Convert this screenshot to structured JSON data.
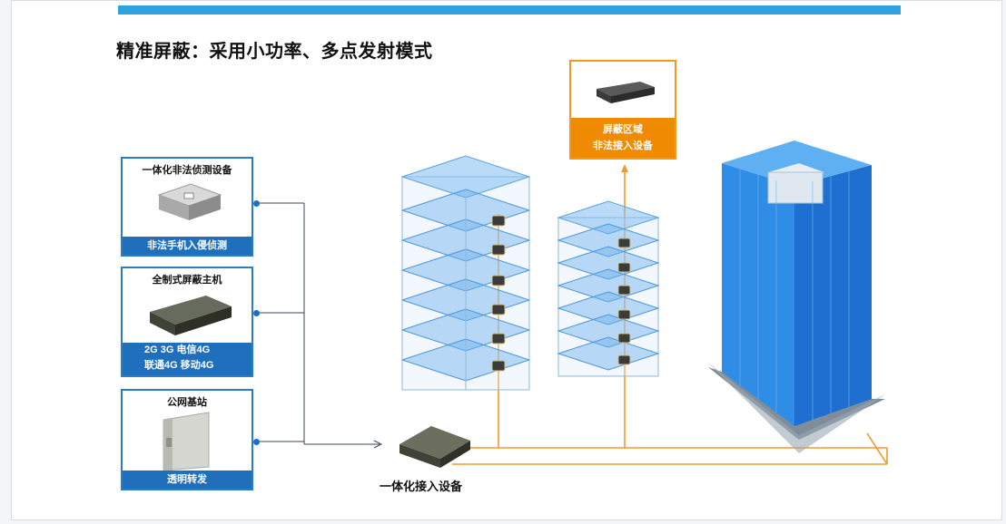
{
  "title": "精准屏蔽：采用小功率、多点发射模式",
  "panels": {
    "detector": {
      "title": "一体化非法侦测设备",
      "footer": "非法手机入侵侦测"
    },
    "host": {
      "title": "全制式屏蔽主机",
      "footer_lines": [
        "2G  3G  电信4G",
        "联通4G  移动4G"
      ]
    },
    "station": {
      "title": "公网基站",
      "footer": "透明转发"
    }
  },
  "orange_box": {
    "lines": [
      "屏蔽区域",
      "非法接入设备"
    ]
  },
  "access_device": {
    "label": "一体化接入设备"
  },
  "colors": {
    "accent_blue": "#2ea3e0",
    "panel_blue": "#1f6fbd",
    "orange": "#f08a00",
    "building_blue": "#3d8ee6"
  }
}
